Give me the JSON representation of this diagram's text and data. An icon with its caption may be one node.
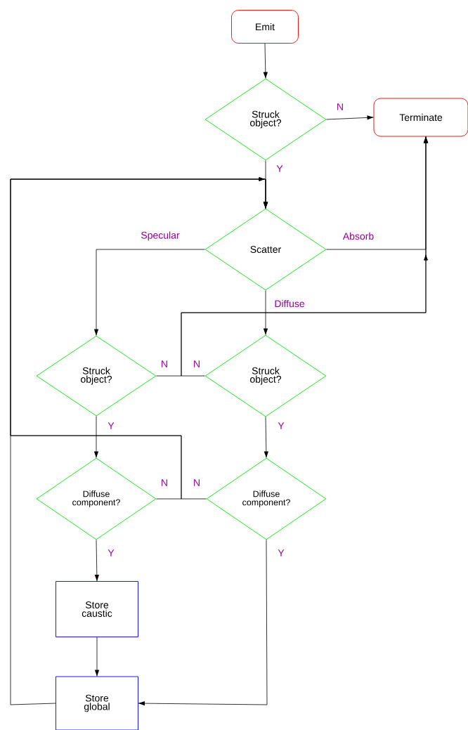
{
  "diagram": {
    "nodes": [
      {
        "text": [
          "Emit"
        ]
      },
      {
        "text": [
          "Struck object?"
        ]
      },
      {
        "text": [
          "Terminate"
        ]
      },
      {
        "text": [
          "Scatter"
        ]
      },
      {
        "text": [
          "Struck object?"
        ]
      },
      {
        "text": [
          "Struck object?"
        ]
      },
      {
        "text": [
          "Diffuse component?"
        ]
      },
      {
        "text": [
          "Diffuse component?"
        ]
      },
      {
        "text": [
          "Store caustic"
        ]
      },
      {
        "text": [
          "Store global"
        ]
      }
    ],
    "edges": [
      {
        "from": 0,
        "to": 1,
        "arrow": "to"
      },
      {
        "from": 1,
        "to": 2,
        "arrow": "to",
        "label": "N"
      },
      {
        "from": 1,
        "to": 3,
        "arrow": "to",
        "label": "Y"
      },
      {
        "from": 3,
        "to": 2,
        "arrow": "to",
        "label": "Absorb"
      },
      {
        "from": 3,
        "to": 4,
        "arrow": "to",
        "label": "Specular"
      },
      {
        "from": 3,
        "to": 5,
        "arrow": "to",
        "label": "Diffuse"
      },
      {
        "from": 4,
        "to": 2,
        "arrow": "to",
        "label": "N"
      },
      {
        "from": 5,
        "to": 2,
        "arrow": "to",
        "label": "N"
      },
      {
        "from": 4,
        "to": 6,
        "arrow": "to",
        "label": "Y"
      },
      {
        "from": 5,
        "to": 7,
        "arrow": "to",
        "label": "Y"
      },
      {
        "from": 6,
        "to": 3,
        "arrow": "to",
        "label": "N"
      },
      {
        "from": 7,
        "to": 3,
        "arrow": "to",
        "label": "N"
      },
      {
        "from": 6,
        "to": 8,
        "arrow": "to",
        "label": "Y"
      },
      {
        "from": 7,
        "to": 9,
        "arrow": "to",
        "label": "Y"
      },
      {
        "from": 8,
        "to": 9,
        "arrow": "to"
      },
      {
        "from": 9,
        "to": 3,
        "arrow": "to"
      }
    ]
  }
}
